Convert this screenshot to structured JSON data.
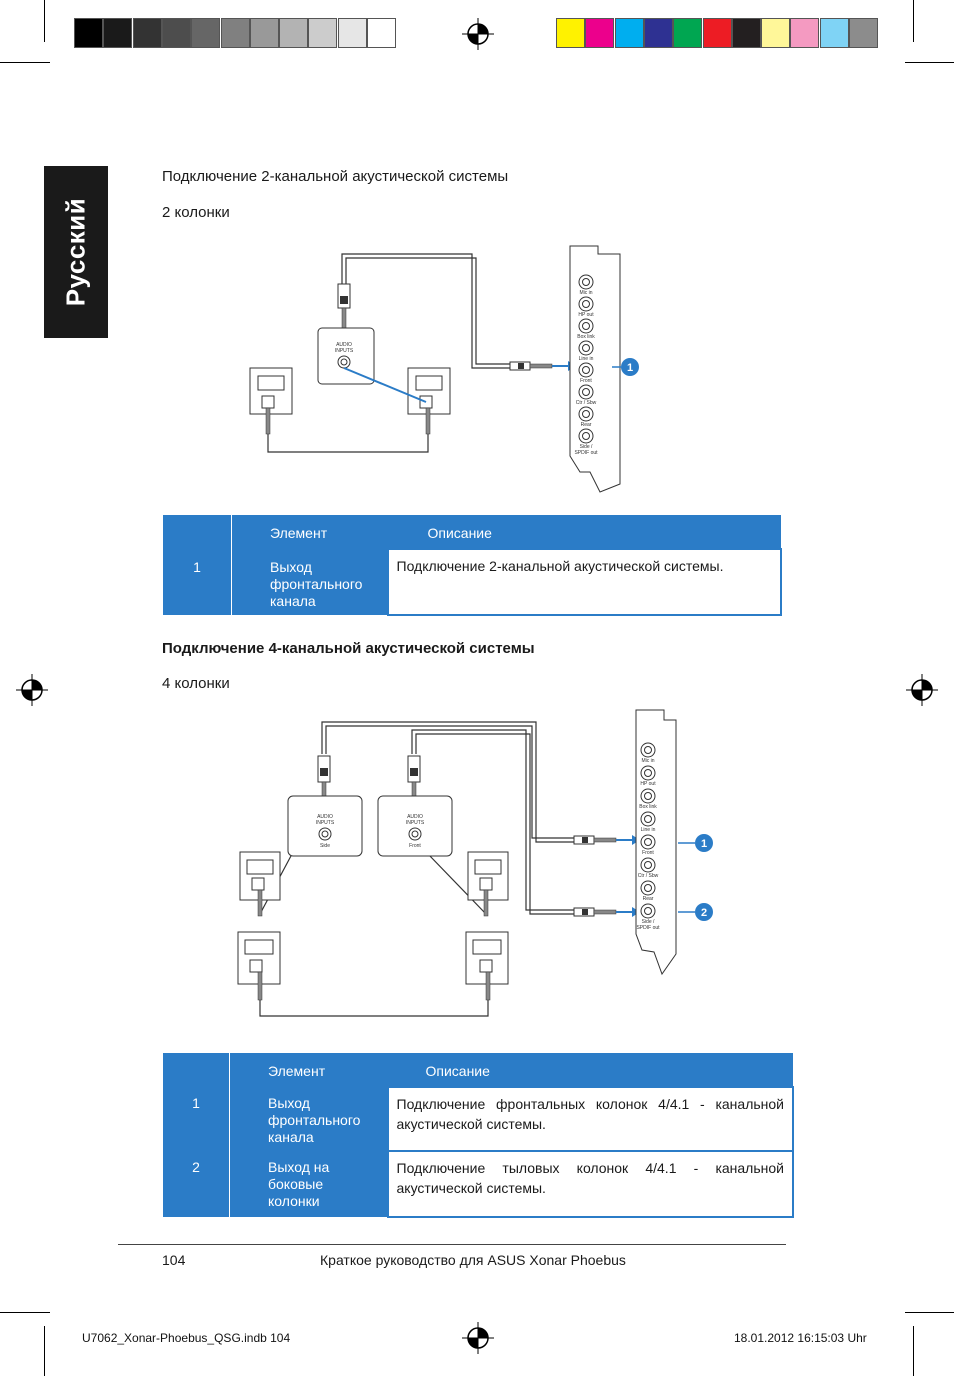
{
  "sidebar": {
    "language": "Русский"
  },
  "color_bars": {
    "gray": [
      "#000000",
      "#1a1a1a",
      "#333333",
      "#4d4d4d",
      "#666666",
      "#808080",
      "#999999",
      "#b3b3b3",
      "#cccccc",
      "#e6e6e6",
      "#ffffff"
    ],
    "color": [
      "#fff200",
      "#ec008c",
      "#00aeef",
      "#2e3192",
      "#00a651",
      "#ed1c24",
      "#231f20",
      "#fff799",
      "#f49ac1",
      "#7fd3f5",
      "#8c8c8c"
    ]
  },
  "section1": {
    "title": "Подключение 2-канальной акустической системы",
    "subtitle": "2 колонки"
  },
  "diagram1": {
    "audio_inputs_label": "AUDIO\nINPUTS",
    "port_labels": [
      "Mic in",
      "HP out",
      "Box link",
      "Line in",
      "Front",
      "Ctr / Sbw",
      "Rear",
      "Side /\nSPDIF out"
    ],
    "callouts": [
      "1"
    ]
  },
  "table1": {
    "header": {
      "element": "Элемент",
      "description": "Описание"
    },
    "rows": [
      {
        "num": "1",
        "element": "Выход фронтального канала",
        "description": "Подключение 2-канальной акустической системы."
      }
    ]
  },
  "section2": {
    "title": "Подключение 4-канальной акустической системы",
    "subtitle": "4 колонки"
  },
  "diagram2": {
    "audio_inputs_label": "AUDIO\nINPUTS",
    "side_label": "Side",
    "front_label": "Front",
    "port_labels": [
      "Mic in",
      "HP out",
      "Box link",
      "Line in",
      "Front",
      "Ctr / Sbw",
      "Rear",
      "Side /\nSPDIF out"
    ],
    "callouts": [
      "1",
      "2"
    ]
  },
  "table2": {
    "header": {
      "element": "Элемент",
      "description": "Описание"
    },
    "rows": [
      {
        "num": "1",
        "element": "Выход фронтального канала",
        "description": "Подключение фронтальных колонок 4/4.1 - канальной акустической системы."
      },
      {
        "num": "2",
        "element": "Выход на боковые колонки",
        "description": "Подключение тыловых колонок 4/4.1 - канальной акустической системы."
      }
    ]
  },
  "footer": {
    "page_number": "104",
    "guide_title": "Краткое руководство для ASUS Xonar Phoebus"
  },
  "slug": {
    "file": "U7062_Xonar-Phoebus_QSG.indb   104",
    "timestamp": "18.01.2012   16:15:03 Uhr"
  }
}
